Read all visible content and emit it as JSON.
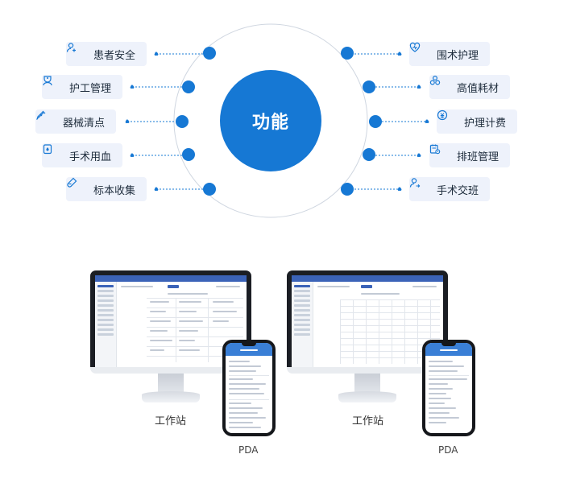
{
  "center_label": "功能",
  "left_functions": [
    {
      "label": "患者安全",
      "icon": "user-plus-icon"
    },
    {
      "label": "护工管理",
      "icon": "nurse-icon"
    },
    {
      "label": "器械清点",
      "icon": "syringe-icon"
    },
    {
      "label": "手术用血",
      "icon": "blood-bag-icon"
    },
    {
      "label": "标本收集",
      "icon": "test-tube-icon"
    }
  ],
  "right_functions": [
    {
      "label": "围术护理",
      "icon": "heart-care-icon"
    },
    {
      "label": "高值耗材",
      "icon": "consumables-icon"
    },
    {
      "label": "护理计费",
      "icon": "billing-icon"
    },
    {
      "label": "排班管理",
      "icon": "schedule-icon"
    },
    {
      "label": "手术交班",
      "icon": "handover-user-icon"
    }
  ],
  "devices": {
    "left": {
      "monitor_label": "工作站",
      "phone_label": "PDA"
    },
    "right": {
      "monitor_label": "工作站",
      "phone_label": "PDA"
    }
  },
  "colors": {
    "accent": "#1678d4",
    "pill_bg": "#eef2fb",
    "app_header": "#3b63b8"
  }
}
